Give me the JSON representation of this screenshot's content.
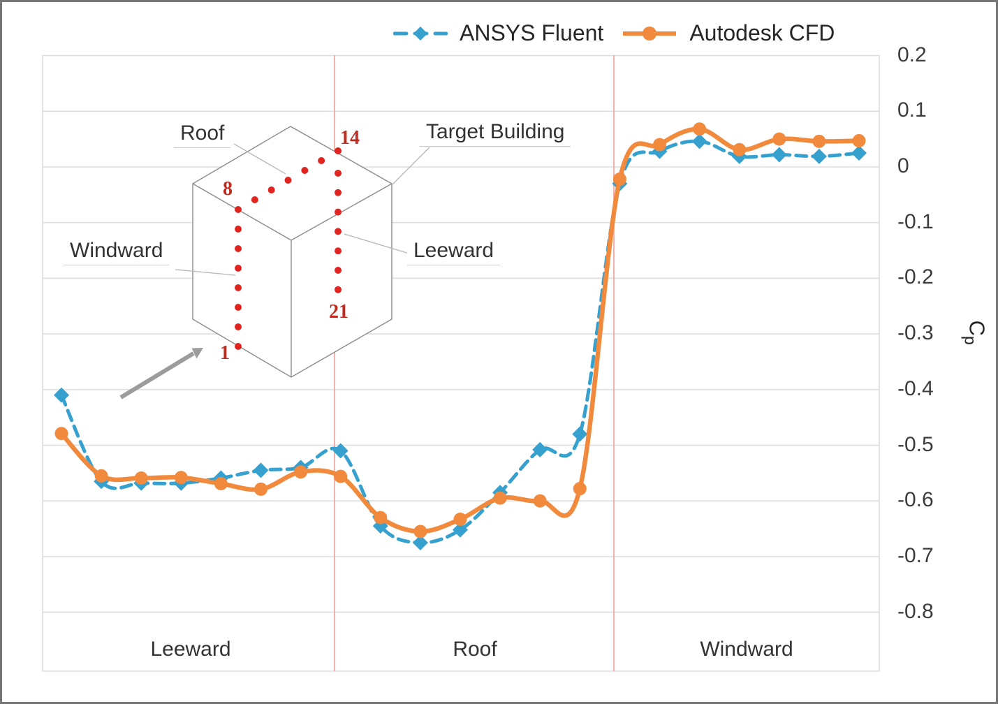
{
  "legend": {
    "items": [
      {
        "label": "ANSYS Fluent",
        "color": "#36a0ce",
        "marker": "diamond",
        "line_style": "dashed"
      },
      {
        "label": "Autodesk CFD",
        "color": "#f28a3d",
        "marker": "circle",
        "line_style": "solid"
      }
    ]
  },
  "axis": {
    "ticks": [
      "0.2",
      "0.1",
      "0",
      "-0.1",
      "-0.2",
      "-0.3",
      "-0.4",
      "-0.5",
      "-0.6",
      "-0.7",
      "-0.8"
    ],
    "title_main": "C",
    "title_sub": "p"
  },
  "sections": [
    {
      "label": "Leeward"
    },
    {
      "label": "Roof"
    },
    {
      "label": "Windward"
    }
  ],
  "inset": {
    "labels": {
      "roof": "Roof",
      "target_building": "Target Building",
      "windward": "Windward",
      "leeward": "Leeward"
    },
    "point_numbers": {
      "p1": "1",
      "p8": "8",
      "p14": "14",
      "p21": "21"
    },
    "dot_color": "#e12420",
    "number_color": "#bf2b1e"
  },
  "colors": {
    "gridline": "#dedede",
    "separator": "#f1a9a2",
    "cube_edge": "#8a8a8a",
    "leader": "#b5b5b5",
    "arrow": "#9c9c9c"
  },
  "chart_data": {
    "type": "line",
    "x": [
      1,
      2,
      3,
      4,
      5,
      6,
      7,
      8,
      9,
      10,
      11,
      12,
      13,
      14,
      15,
      16,
      17,
      18,
      19,
      20,
      21
    ],
    "x_sections": [
      {
        "label": "Leeward",
        "points": [
          1,
          7
        ]
      },
      {
        "label": "Roof",
        "points": [
          8,
          14
        ]
      },
      {
        "label": "Windward",
        "points": [
          15,
          21
        ]
      }
    ],
    "title": "",
    "xlabel": "",
    "ylabel": "Cp",
    "ylim": [
      -0.8,
      0.2
    ],
    "ytick_step": 0.1,
    "grid": true,
    "legend_position": "top",
    "series": [
      {
        "name": "ANSYS Fluent",
        "color": "#36a0ce",
        "line_style": "dashed",
        "marker": "diamond",
        "values": [
          -0.41,
          -0.565,
          -0.568,
          -0.568,
          -0.559,
          -0.545,
          -0.54,
          -0.51,
          -0.645,
          -0.675,
          -0.652,
          -0.585,
          -0.508,
          -0.48,
          -0.03,
          0.028,
          0.046,
          0.019,
          0.022,
          0.019,
          0.025
        ]
      },
      {
        "name": "Autodesk CFD",
        "color": "#f28a3d",
        "line_style": "solid",
        "marker": "circle",
        "values": [
          -0.479,
          -0.555,
          -0.559,
          -0.558,
          -0.569,
          -0.579,
          -0.548,
          -0.556,
          -0.63,
          -0.655,
          -0.633,
          -0.595,
          -0.6,
          -0.578,
          -0.022,
          0.04,
          0.068,
          0.031,
          0.05,
          0.046,
          0.047
        ]
      }
    ]
  }
}
